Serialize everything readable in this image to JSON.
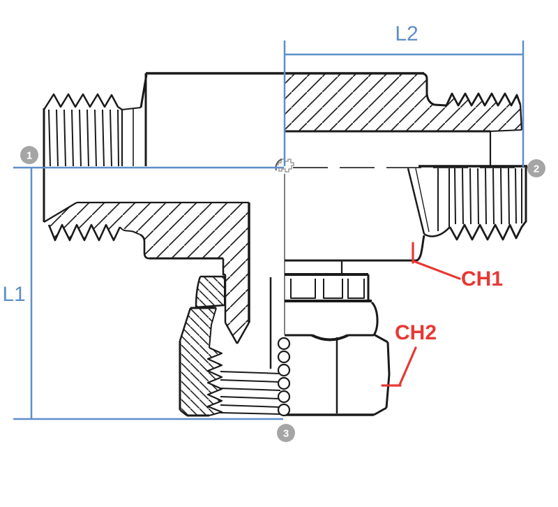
{
  "figure": {
    "type": "technical-drawing-cross-section",
    "dimensions": {
      "l1": "L1",
      "l2": "L2"
    },
    "chamfers": {
      "ch1": "CH1",
      "ch2": "CH2"
    },
    "ports": {
      "marker1": "1",
      "marker2": "2",
      "marker3": "3"
    },
    "colors": {
      "dimension_line": "#5e8ec9",
      "callout_red": "#e63934",
      "marker_gray": "#a5a5a5",
      "drawing_line": "#1a1a1a",
      "background": "#ffffff"
    }
  }
}
